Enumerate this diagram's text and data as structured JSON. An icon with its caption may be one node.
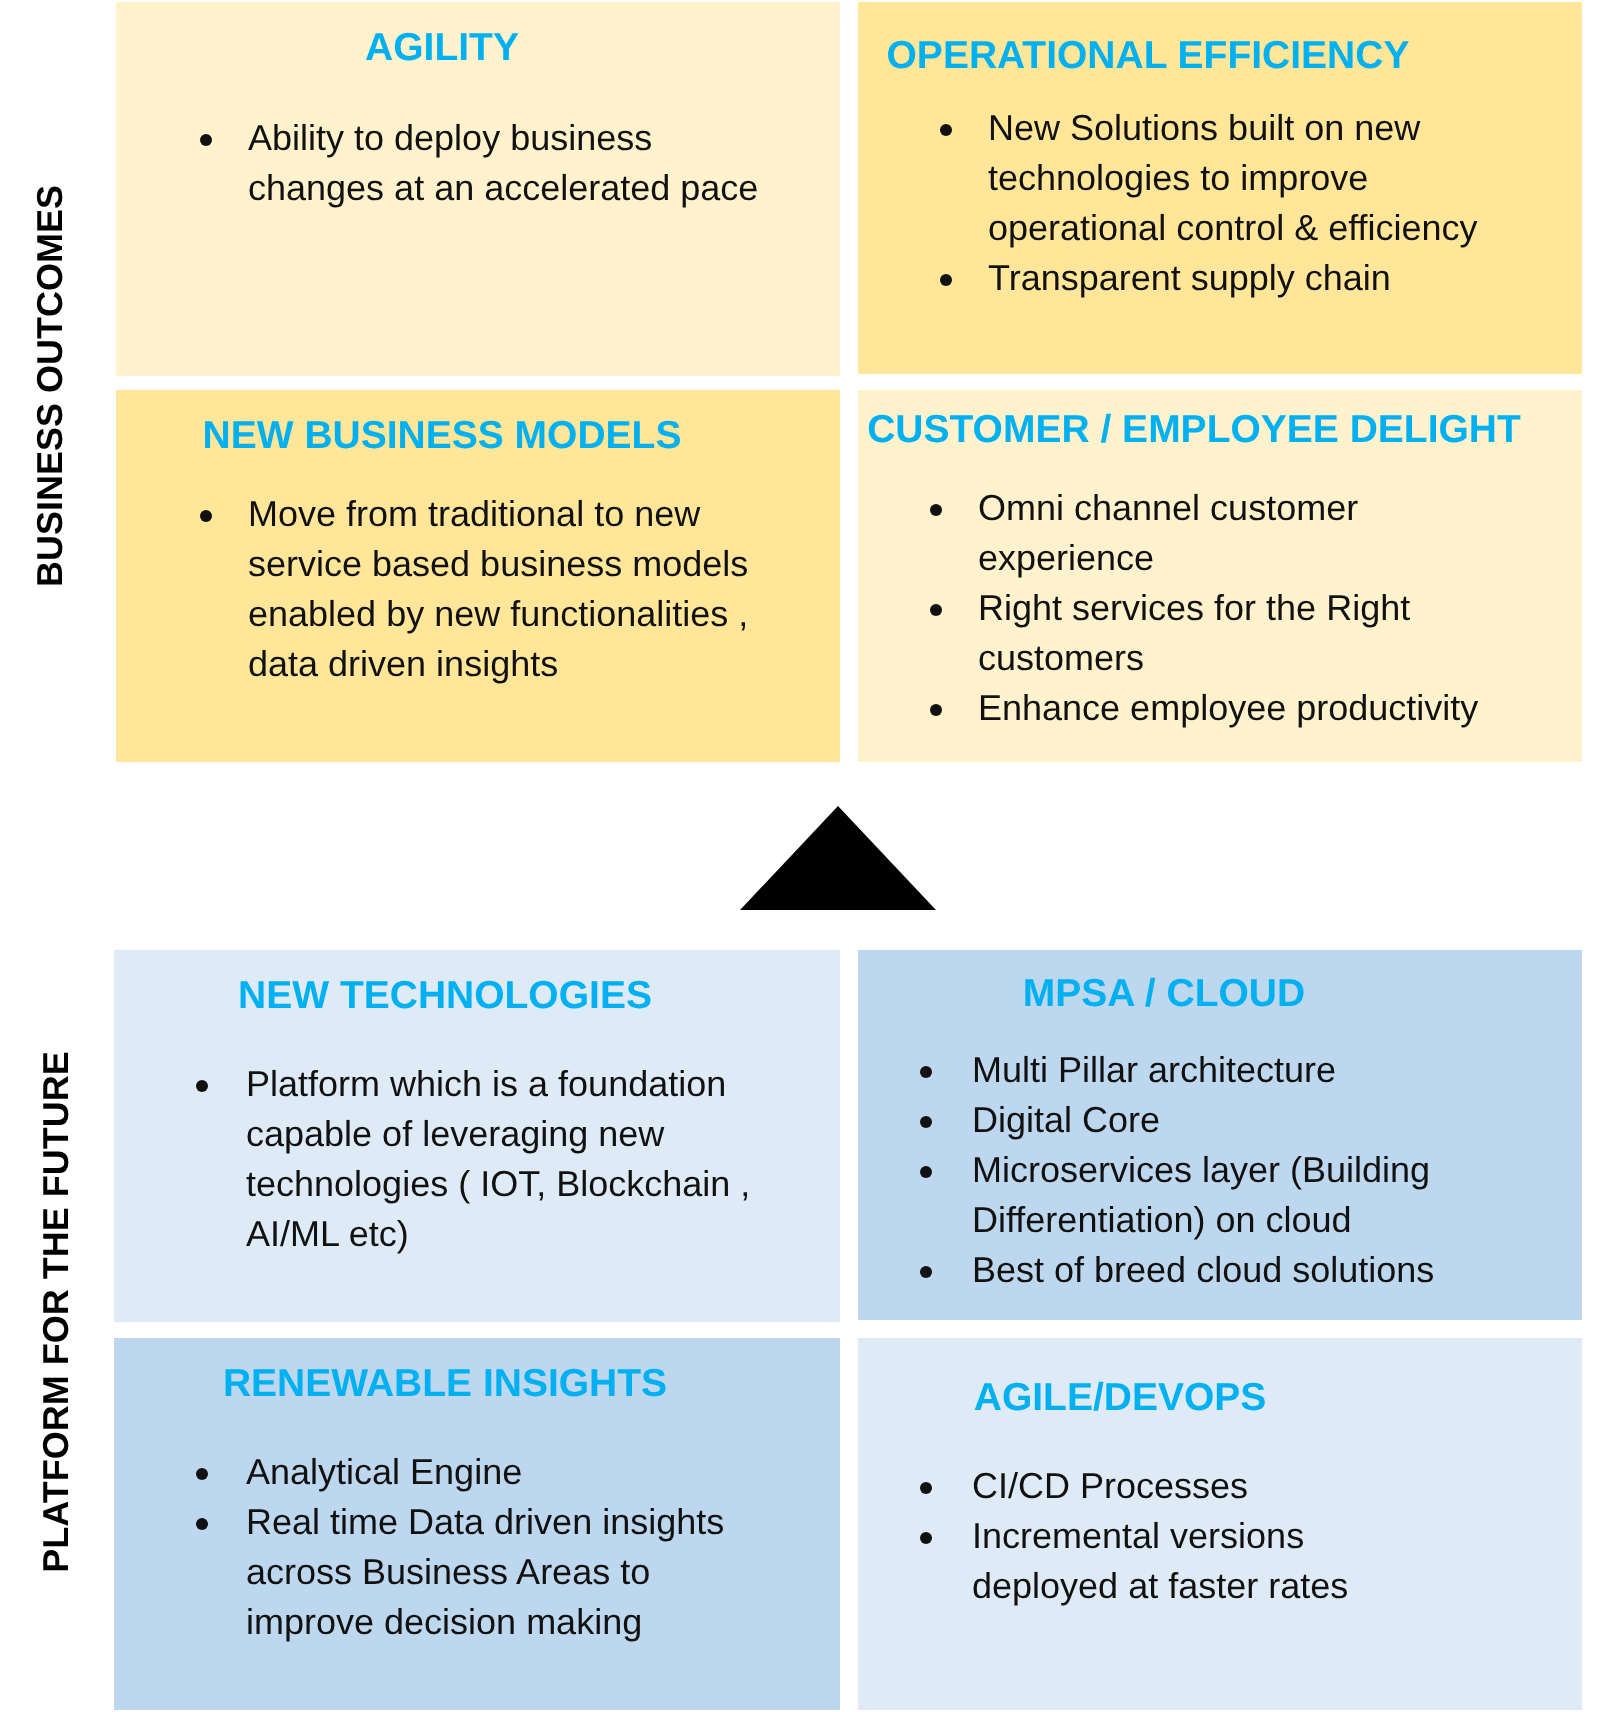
{
  "diagram": {
    "nodes": [
      {
        "text": [
          "AGILITY",
          "Ability to deploy business changes at an accelerated pace"
        ]
      },
      {
        "text": [
          "OPERATIONAL EFFICIENCY",
          "New Solutions built on new technologies to improve operational control & efficiency",
          "Transparent supply chain"
        ]
      },
      {
        "text": [
          "NEW BUSINESS MODELS",
          "Move from traditional to new service based business models enabled by new functionalities , data driven insights"
        ]
      },
      {
        "text": [
          "CUSTOMER / EMPLOYEE DELIGHT",
          "Omni channel customer experience",
          "Right services for the Right customers",
          "Enhance employee productivity"
        ]
      },
      {
        "text": [
          "NEW TECHNOLOGIES",
          "Platform which is a foundation capable of leveraging new technologies ( IOT, Blockchain , AI/ML etc)"
        ]
      },
      {
        "text": [
          "MPSA / CLOUD",
          "Multi Pillar architecture",
          "Digital Core",
          "Microservices layer (Building Differentiation) on cloud",
          "Best of breed cloud solutions"
        ]
      },
      {
        "text": [
          "RENEWABLE INSIGHTS",
          "Analytical Engine",
          "Real time Data driven insights across Business Areas to improve decision making"
        ]
      },
      {
        "text": [
          "AGILE/DEVOPS",
          "CI/CD Processes",
          "Incremental versions deployed at faster rates"
        ]
      }
    ],
    "labels": [
      "BUSINESS OUTCOMES",
      "PLATFORM FOR THE FUTURE"
    ]
  }
}
